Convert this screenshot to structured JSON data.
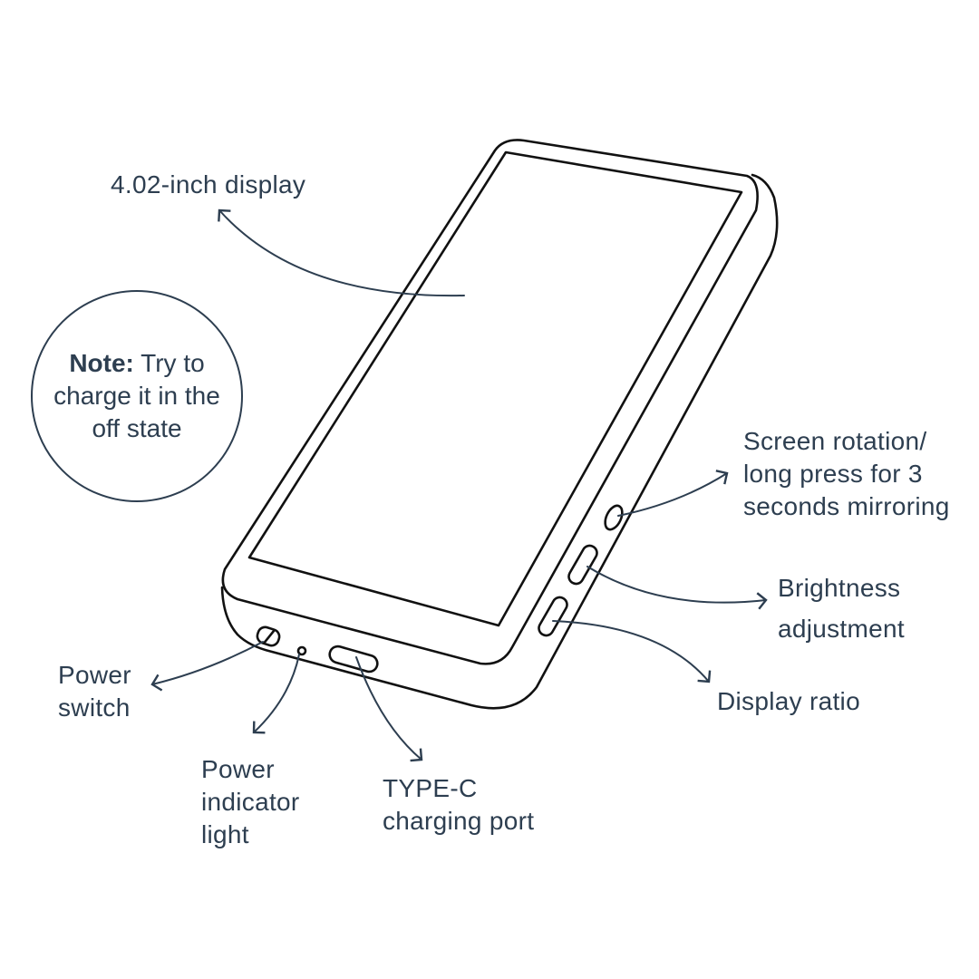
{
  "labels": {
    "display": "4.02-inch display",
    "rotation": "Screen rotation/\nlong press for 3\nseconds mirroring",
    "brightness": "Brightness\nadjustment",
    "ratio": "Display ratio",
    "power_switch": "Power\nswitch",
    "indicator": "Power\nindicator\nlight",
    "port": "TYPE-C\ncharging port"
  },
  "note": {
    "bold": "Note:",
    "text": " Try to charge it in the off state"
  },
  "colors": {
    "ink": "#2d3e50",
    "outline": "#111111"
  }
}
